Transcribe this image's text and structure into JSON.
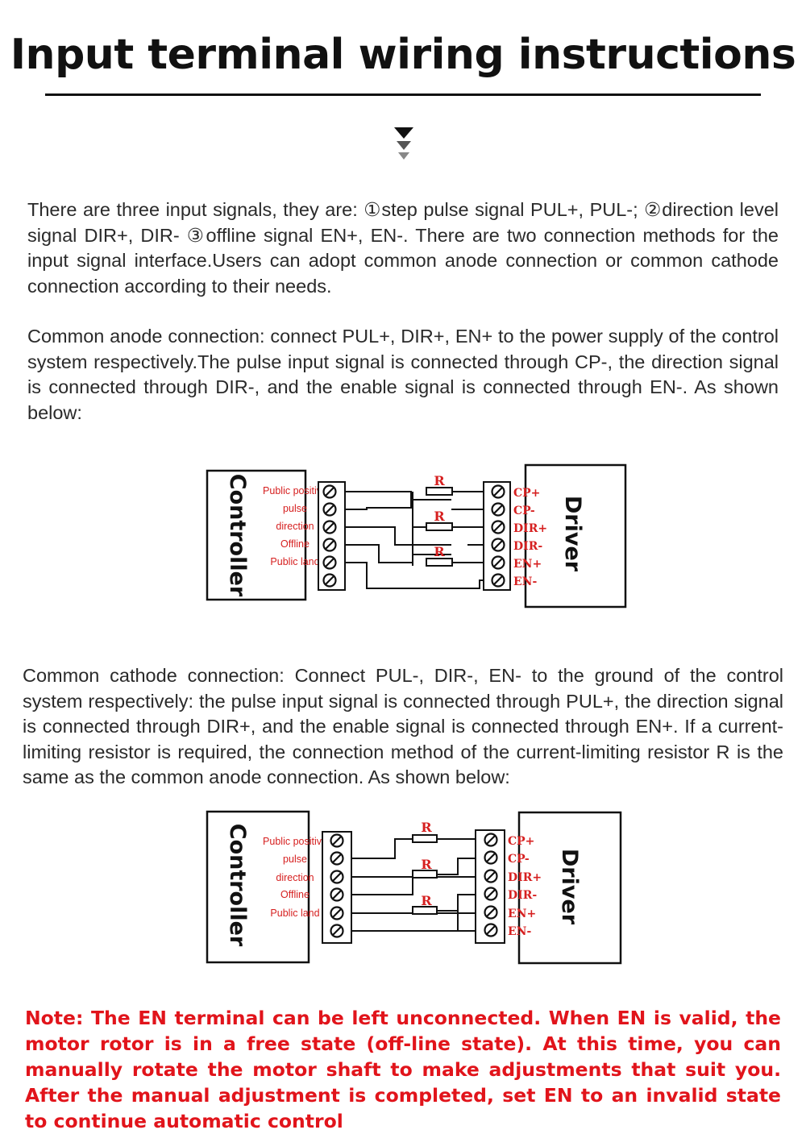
{
  "title": "Input terminal wiring instructions",
  "intro": "There are three input signals, they are: ①step pulse signal PUL+, PUL-; ②direction level signal DIR+, DIR- ③offline signal EN+, EN-. There are two connection methods for the input signal interface.Users can adopt common anode connection or common cathode connection according to their needs.",
  "anode_text": "Common anode connection: connect PUL+, DIR+, EN+ to the power supply of the control system respectively.The pulse input signal is connected through CP-, the direction signal is connected through DIR-, and the enable signal is connected through EN-. As shown below:",
  "cathode_text": "Common cathode connection: Connect PUL-, DIR-, EN- to the ground of the control system respectively: the pulse input signal is connected through PUL+, the direction signal is connected through DIR+, and the enable signal is connected through EN+. If a current-limiting resistor is required, the connection method of the current-limiting resistor R is the same as the common anode connection. As shown below:",
  "note": "Note: The EN terminal can be left unconnected. When EN is valid, the motor rotor is in a free state (off-line state). At this time, you can manually rotate the motor shaft to make adjustments that suit you. After the manual adjustment is completed, set EN to an invalid state to continue automatic control",
  "diagram1": {
    "controller_label": "Controller",
    "driver_label": "Driver",
    "controller_signals": [
      "Public positive",
      "pulse",
      "direction",
      "Offline",
      "Public land"
    ],
    "driver_terminals": [
      "CP+",
      "CP-",
      "DIR+",
      "DIR-",
      "EN+",
      "EN-"
    ],
    "resistor_label": "R"
  },
  "diagram2": {
    "controller_label": "Controller",
    "driver_label": "Driver",
    "controller_signals": [
      "Public positive",
      "pulse",
      "direction",
      "Offline",
      "Public land"
    ],
    "driver_terminals": [
      "CP+",
      "CP-",
      "DIR+",
      "DIR-",
      "EN+",
      "EN-"
    ],
    "resistor_label": "R"
  },
  "colors": {
    "accent": "#e1141b",
    "diagram_label": "#d62020",
    "text": "#2a2a2a"
  }
}
